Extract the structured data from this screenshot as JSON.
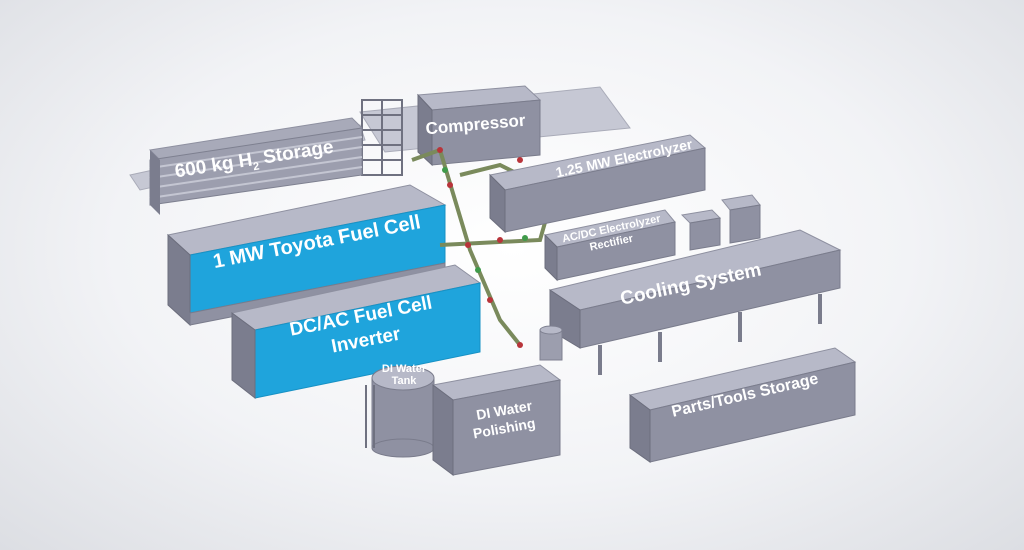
{
  "labels": {
    "h2_storage": "600 kg H",
    "h2_sub": "2",
    "h2_storage_suffix": " Storage",
    "compressor": "Compressor",
    "electrolyzer": "1.25 MW Electrolyzer",
    "rectifier_l1": "AC/DC Electrolyzer",
    "rectifier_l2": "Rectifier",
    "fuel_cell": "1 MW Toyota Fuel Cell",
    "inverter_l1": "DC/AC Fuel Cell",
    "inverter_l2": "Inverter",
    "cooling": "Cooling System",
    "di_tank_l1": "DI Water",
    "di_tank_l2": "Tank",
    "di_polish_l1": "DI Water",
    "di_polish_l2": "Polishing",
    "parts_storage": "Parts/Tools Storage"
  },
  "colors": {
    "highlight": "#1fa4dc",
    "equipment_top": "#b7b9c8",
    "equipment_front": "#8f91a2",
    "floor": "#c6c8d4"
  }
}
